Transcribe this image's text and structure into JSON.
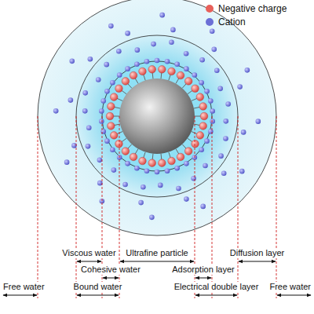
{
  "diagram": {
    "labels": [
      "Viscous water",
      "Ultrafine particle",
      "Diffusion layer",
      "Cohesive water",
      "Adsorption layer",
      "Free water",
      "Bound water",
      "Electrical double layer",
      "Free water"
    ],
    "legend": [
      {
        "text": "Negative charge",
        "color": "#e8605a"
      },
      {
        "text": "Cation",
        "color": "#6b6fd6"
      }
    ]
  }
}
